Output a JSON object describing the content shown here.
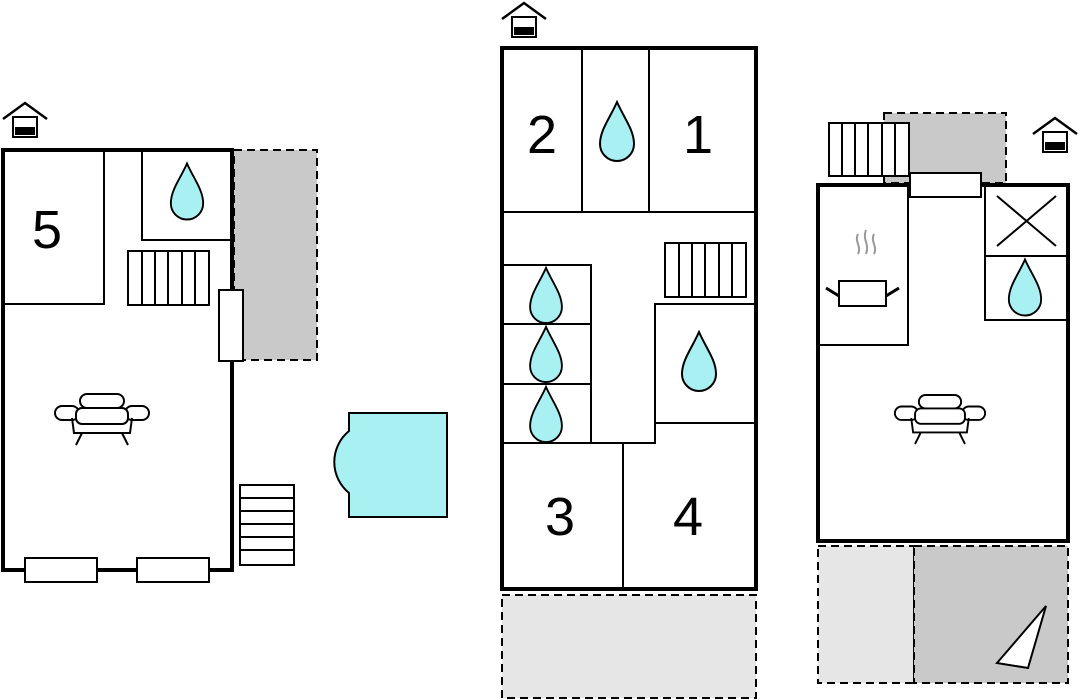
{
  "rooms": {
    "room_1": "1",
    "room_2": "2",
    "room_3": "3",
    "room_4": "4",
    "room_5": "5"
  },
  "icons": [
    "house-icon",
    "water-drop-icon",
    "sofa-icon",
    "stairs-icon",
    "pool-icon",
    "cooking-pot-icon",
    "storage-cross-icon",
    "corner-triangle-icon"
  ],
  "colors": {
    "water": "#a8f0f2",
    "terrace_dark": "#c9c9c9",
    "terrace_light": "#e6e6e6",
    "line": "#000000"
  }
}
